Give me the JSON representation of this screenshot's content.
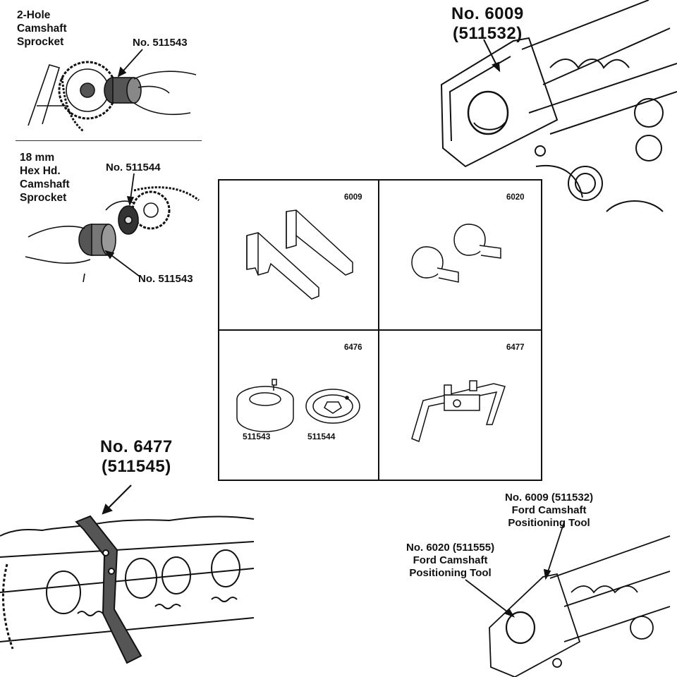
{
  "top_left": {
    "heading": [
      "2-Hole",
      "Camshaft",
      "Sprocket"
    ],
    "callout": "No. 511543"
  },
  "mid_left": {
    "heading": [
      "18 mm",
      "Hex Hd.",
      "Camshaft",
      "Sprocket"
    ],
    "callout_top": "No. 511544",
    "callout_bottom": "No. 511543"
  },
  "top_right": {
    "line1": "No. 6009",
    "line2": "(511532)"
  },
  "grid": {
    "cells": [
      {
        "number": "6009"
      },
      {
        "number": "6020"
      },
      {
        "number": "6476",
        "parts": [
          "511543",
          "511544"
        ]
      },
      {
        "number": "6477"
      }
    ]
  },
  "bottom_left": {
    "line1": "No. 6477",
    "line2": "(511545)"
  },
  "bottom_right": {
    "callout1": [
      "No. 6009 (511532)",
      "Ford Camshaft",
      "Positioning Tool"
    ],
    "callout2": [
      "No. 6020 (511555)",
      "Ford Camshaft",
      "Positioning Tool"
    ]
  }
}
